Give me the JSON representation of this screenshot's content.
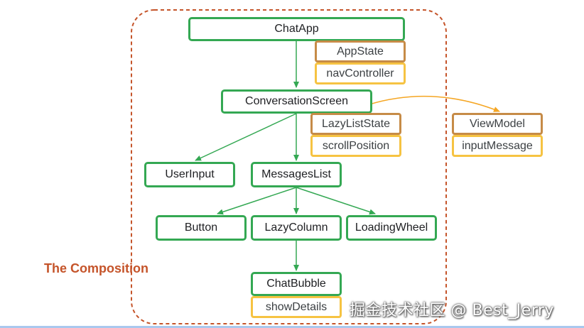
{
  "diagram": {
    "nodes": {
      "chat_app": "ChatApp",
      "conversation_screen": "ConversationScreen",
      "user_input": "UserInput",
      "messages_list": "MessagesList",
      "button": "Button",
      "lazy_column": "LazyColumn",
      "loading_wheel": "LoadingWheel",
      "chat_bubble": "ChatBubble"
    },
    "states": {
      "app_state": "AppState",
      "lazy_list_state": "LazyListState",
      "view_model": "ViewModel"
    },
    "params": {
      "nav_controller": "navController",
      "scroll_position": "scrollPosition",
      "input_message": "inputMessage",
      "show_details": "showDetails"
    },
    "composition_label": "The Composition",
    "colors": {
      "composable": "#34a853",
      "state_holder": "#c68b47",
      "state_param": "#f6c342",
      "composition_border": "#c5542a",
      "viewmodel_arrow": "#f5a623"
    }
  },
  "watermark": "掘金技术社区 @ Best_Jerry"
}
